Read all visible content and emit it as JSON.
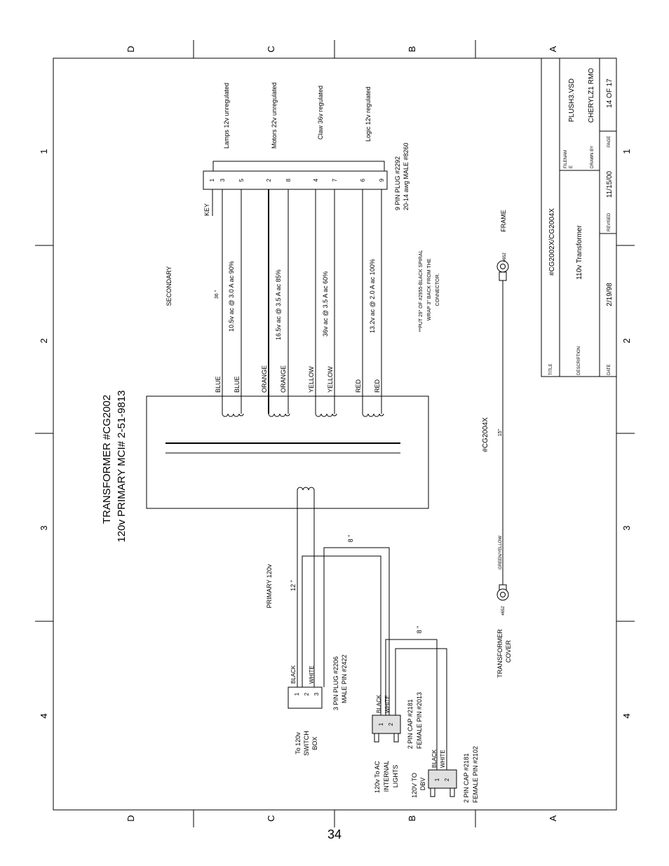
{
  "grid": {
    "row_letters": [
      "D",
      "C",
      "B",
      "A"
    ],
    "column_numbers": [
      "1",
      "2",
      "3",
      "4"
    ]
  },
  "header": {
    "title_line1": "TRANSFORMER #CG2002",
    "title_line2": "120v PRIMARY MCI# 2-51-9813"
  },
  "secondary": {
    "label": "SECONDARY",
    "length": "36 \"",
    "key": "KEY",
    "outputs": [
      {
        "name": "Lamps 12v unregulated",
        "rating": "10.5v ac @ 3.0 A ac  90%",
        "color": "BLUE",
        "pins": [
          "3",
          "5"
        ]
      },
      {
        "name": "Motors 22v unregulated",
        "rating": "16.5v ac @ 3.5 A ac  85%",
        "color": "ORANGE",
        "pins": [
          "2",
          "8"
        ]
      },
      {
        "name": "Claw 36v regulated",
        "rating": "36v ac @ 3.5 A ac  60%",
        "color": "YELLOW",
        "pins": [
          "4",
          "7"
        ]
      },
      {
        "name": "Logic 12v regulated",
        "rating": "13.2v ac @ 2.0 A ac 100%",
        "color": "RED",
        "pins": [
          "6",
          "9"
        ]
      }
    ],
    "key_pin": "1",
    "plug_line1": "9 PIN PLUG #2292",
    "plug_line2": "20-14 awg MALE #8260",
    "note_line1": "**PUT 29\" OF #2955-BLACK SPIRAL",
    "note_line2": "WRAP 3\" BACK FROM THE",
    "note_line3": "CONNECTOR."
  },
  "ground": {
    "frame_label": "FRAME",
    "ring_label": "#652",
    "cover_line1": "TRANSFORMER",
    "cover_line2": "COVER",
    "part": "#CG2004X",
    "length": "15\"",
    "wire": "GREEN/YELLOW"
  },
  "primary": {
    "label": "PRIMARY 120v",
    "length_primary": "12 \"",
    "length_jumper": "8 \"",
    "length_lower": "8 \"",
    "plug3": {
      "pins": [
        "1",
        "2",
        "3"
      ],
      "wires": [
        "BLACK",
        "WHITE"
      ],
      "line1": "3 PIN PLUG #2206",
      "line2": "MALE PIN #2422"
    },
    "switch_line1": "To 120v",
    "switch_line2": "SWITCH",
    "switch_line3": "BOX",
    "cap1": {
      "pins": [
        "1",
        "2"
      ],
      "wires": [
        "BLACK",
        "WHITE"
      ],
      "line1": "2 PIN CAP #2181",
      "line2": "FEMALE PIN #2013"
    },
    "lights_line1": "120v To AC",
    "lights_line2": "INTERNAL",
    "lights_line3": "LIGHTS",
    "cap2": {
      "pins": [
        "1",
        "2"
      ],
      "wires": [
        "BLACK",
        "WHITE"
      ],
      "line1": "2 PIN CAP #2181",
      "line2": "FEMALE PIN #2102"
    },
    "dbv_line1": "120V TO",
    "dbv_line2": "DBV"
  },
  "title_block": {
    "title_label": "TITLE",
    "title_value": "#CG2002X/CG2004X",
    "desc_label": "DESCRIPTION",
    "desc_value": "110v  Transformer",
    "filename_label_1": "FILENAM",
    "filename_label_2": "E",
    "filename_value": "PLUSH3.VSD",
    "drawn_label": "DRAWN BY",
    "drawn_value": "CHERYLZ1  RMO",
    "date_label": "DATE",
    "date_value": "2/19/98",
    "revised_label": "REVISED",
    "revised_value": "11/15/00",
    "page_label": "PAGE",
    "page_value": "14 OF  17"
  },
  "page_number": "34"
}
